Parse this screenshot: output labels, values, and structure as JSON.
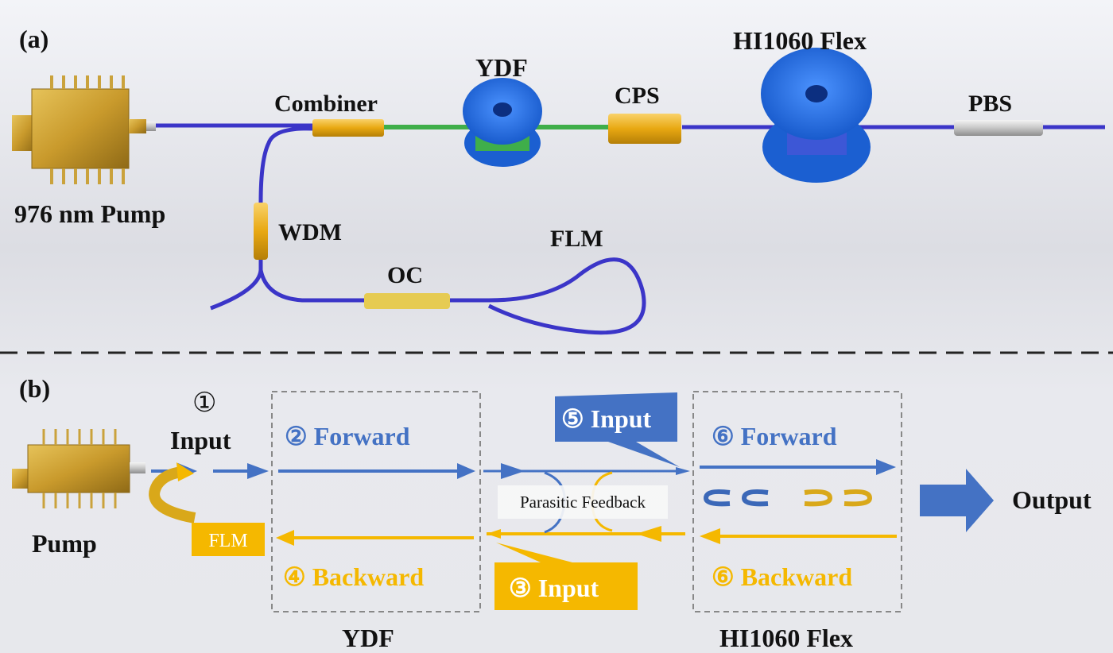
{
  "panel_a": {
    "tag": "(a)",
    "labels": {
      "pump": "976 nm Pump",
      "combiner": "Combiner",
      "ydf": "YDF",
      "cps": "CPS",
      "hi1060": "HI1060 Flex",
      "pbs": "PBS",
      "wdm": "WDM",
      "oc": "OC",
      "flm": "FLM"
    }
  },
  "panel_b": {
    "tag": "(b)",
    "step1_num": "①",
    "step1_text": "Input",
    "ydf_forward": "② Forward",
    "ydf_backward": "④ Backward",
    "input5": "⑤ Input",
    "input3": "③ Input",
    "parasitic": "Parasitic Feedback",
    "flex_forward": "⑥ Forward",
    "flex_backward": "⑥ Backward",
    "flm_box": "FLM",
    "output": "Output",
    "pump": "Pump",
    "ydf_caption": "YDF",
    "flex_caption": "HI1060 Flex"
  },
  "colors": {
    "fiber": "#3b35c8",
    "blue_arrow": "#4472c4",
    "gold_arrow": "#f5b800",
    "component_gold": "#f2b418",
    "spool_blue": "#1e6fe0"
  }
}
